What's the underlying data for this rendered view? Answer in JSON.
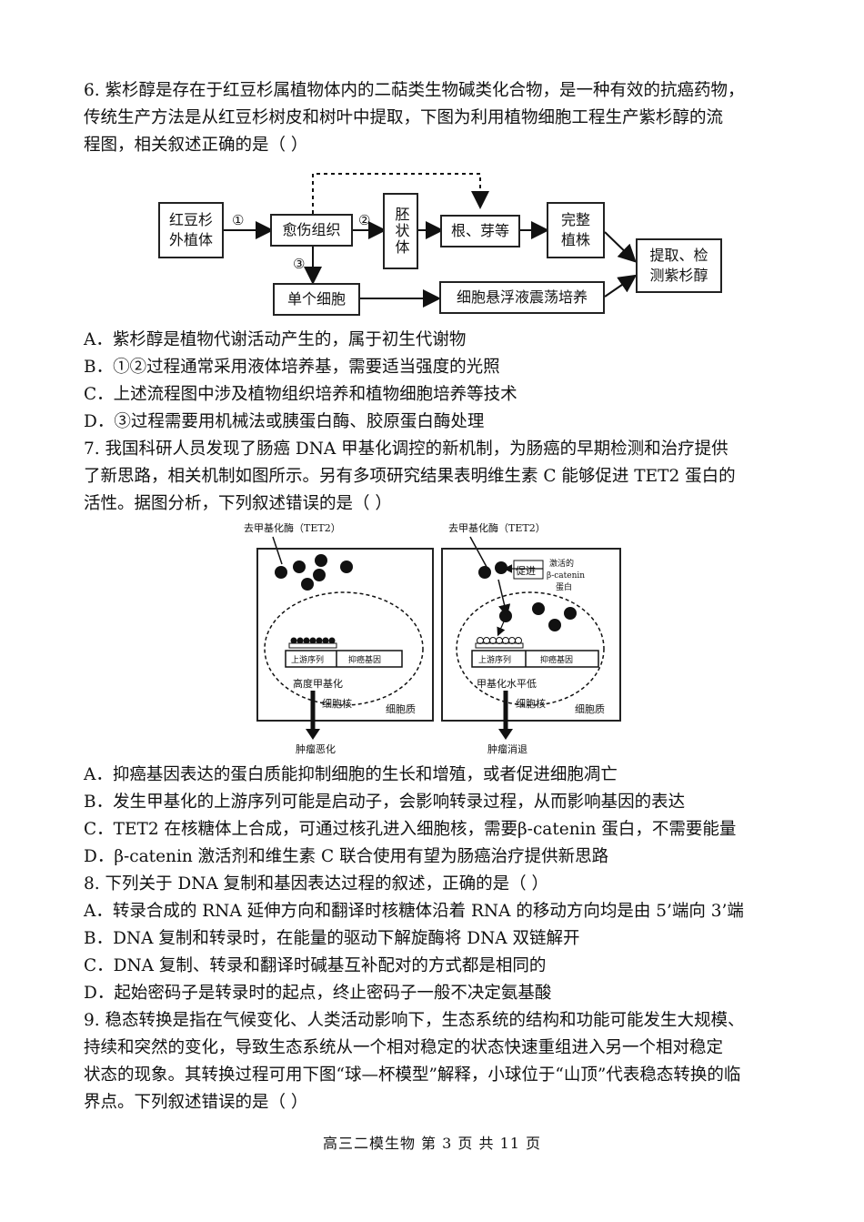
{
  "q6": {
    "stem": [
      "6. 紫杉醇是存在于红豆杉属植物体内的二萜类生物碱类化合物，是一种有效的抗癌药物，",
      "传统生产方法是从红豆杉树皮和树叶中提取，下图为利用植物细胞工程生产紫杉醇的流",
      "程图，相关叙述正确的是（  ）"
    ],
    "diagram": {
      "box_explant": "红豆杉外植体",
      "box_callus": "愈伤组织",
      "box_embryoid": "胚状体",
      "box_root_bud": "根、芽等",
      "box_plant": "完整植株",
      "box_extract": "提取、检测紫杉醇",
      "box_single_cell": "单个细胞",
      "box_suspension": "细胞悬浮液震荡培养",
      "step1": "①",
      "step2": "②",
      "step3": "③"
    },
    "options": [
      "A．紫杉醇是植物代谢活动产生的，属于初生代谢物",
      "B．①②过程通常采用液体培养基，需要适当强度的光照",
      "C．上述流程图中涉及植物组织培养和植物细胞培养等技术",
      "D．③过程需要用机械法或胰蛋白酶、胶原蛋白酶处理"
    ]
  },
  "q7": {
    "stem": [
      "7. 我国科研人员发现了肠癌 DNA 甲基化调控的新机制，为肠癌的早期检测和治疗提供",
      "了新思路，相关机制如图所示。另有多项研究结果表明维生素 C 能够促进 TET2 蛋白的",
      "活性。据图分析，下列叙述错误的是（  ）"
    ],
    "figure": {
      "left": {
        "enzyme_label": "去甲基化酶（TET2）",
        "upstream": "上游序列",
        "suppressor": "抑癌基因",
        "methyl_state": "高度甲基化",
        "nucleus": "细胞核",
        "cytoplasm": "细胞质",
        "outcome": "肿瘤恶化"
      },
      "right": {
        "enzyme_label": "去甲基化酶（TET2）",
        "promote": "促进",
        "activated_line1": "激活的",
        "activated_line2": "β-catenin",
        "activated_line3": "蛋白",
        "upstream": "上游序列",
        "suppressor": "抑癌基因",
        "methyl_state": "甲基化水平低",
        "nucleus": "细胞核",
        "cytoplasm": "细胞质",
        "outcome": "肿瘤消退"
      }
    },
    "options": [
      "A．抑癌基因表达的蛋白质能抑制细胞的生长和增殖，或者促进细胞凋亡",
      "B．发生甲基化的上游序列可能是启动子，会影响转录过程，从而影响基因的表达",
      "C．TET2 在核糖体上合成，可通过核孔进入细胞核，需要β-catenin 蛋白，不需要能量",
      "D．β-catenin 激活剂和维生素 C 联合使用有望为肠癌治疗提供新思路"
    ]
  },
  "q8": {
    "stem": "8. 下列关于 DNA 复制和基因表达过程的叙述，正确的是（  ）",
    "options": [
      "A．转录合成的 RNA 延伸方向和翻译时核糖体沿着 RNA 的移动方向均是由 5’端向 3’端",
      "B．DNA 复制和转录时，在能量的驱动下解旋酶将 DNA 双链解开",
      "C．DNA 复制、转录和翻译时碱基互补配对的方式都是相同的",
      "D．起始密码子是转录时的起点，终止密码子一般不决定氨基酸"
    ]
  },
  "q9": {
    "stem": [
      "9. 稳态转换是指在气候变化、人类活动影响下，生态系统的结构和功能可能发生大规模、",
      "持续和突然的变化，导致生态系统从一个相对稳定的状态快速重组进入另一个相对稳定",
      "状态的现象。其转换过程可用下图“球—杯模型”解释，小球位于“山顶”代表稳态转换的临",
      "界点。下列叙述错误的是（  ）"
    ]
  },
  "footer": "高三二模生物 第 3 页 共 11 页"
}
